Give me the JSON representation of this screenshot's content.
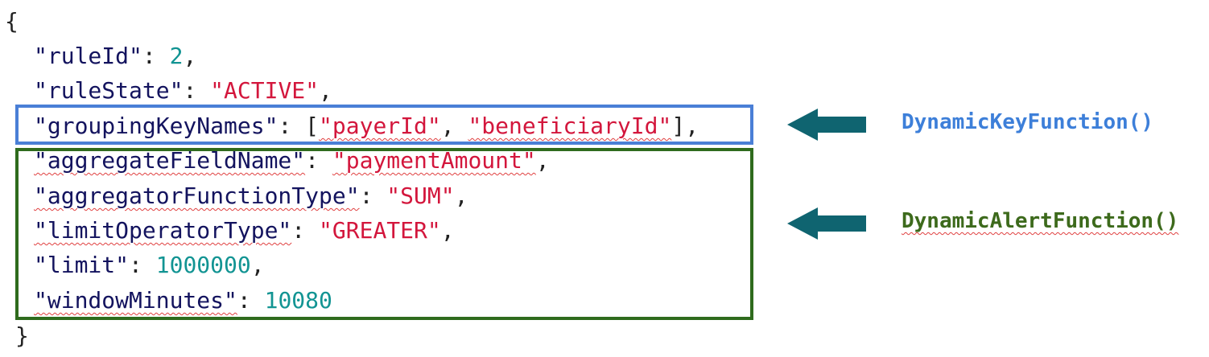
{
  "code": {
    "open_brace": "{",
    "close_brace": "}",
    "lines": [
      {
        "key": "\"ruleId\"",
        "colon": ": ",
        "value": "2",
        "value_type": "number",
        "trail": ","
      },
      {
        "key": "\"ruleState\"",
        "colon": ": ",
        "value": "\"ACTIVE\"",
        "value_type": "string",
        "trail": ","
      },
      {
        "key": "\"groupingKeyNames\"",
        "colon": ": ",
        "bracket_open": "[",
        "value": "\"payerId\"",
        "sep": ", ",
        "value2": "\"beneficiaryId\"",
        "bracket_close": "]",
        "value_type": "array",
        "trail": ","
      },
      {
        "key": "\"aggregateFieldName\"",
        "colon": ": ",
        "value": "\"paymentAmount\"",
        "value_type": "string",
        "trail": ","
      },
      {
        "key": "\"aggregatorFunctionType\"",
        "colon": ": ",
        "value": "\"SUM\"",
        "value_type": "string",
        "trail": ","
      },
      {
        "key": "\"limitOperatorType\"",
        "colon": ": ",
        "value": "\"GREATER\"",
        "value_type": "string",
        "trail": ","
      },
      {
        "key": "\"limit\"",
        "colon": ": ",
        "value": "1000000",
        "value_type": "number",
        "trail": ","
      },
      {
        "key": "\"windowMinutes\"",
        "colon": ": ",
        "value": "10080",
        "value_type": "number",
        "trail": ""
      }
    ]
  },
  "annotations": {
    "key_function": "DynamicKeyFunction()",
    "alert_function": "DynamicAlertFunction()"
  },
  "colors": {
    "key_box": "#4a7fd6",
    "alert_box": "#2f6b1d",
    "arrow": "#0f6470",
    "key_label": "#3d7fd9",
    "alert_label": "#3d6a1c",
    "string": "#d3163c",
    "number": "#129493",
    "key": "#13135e"
  },
  "icons": {
    "arrow": "left-arrow-icon"
  }
}
